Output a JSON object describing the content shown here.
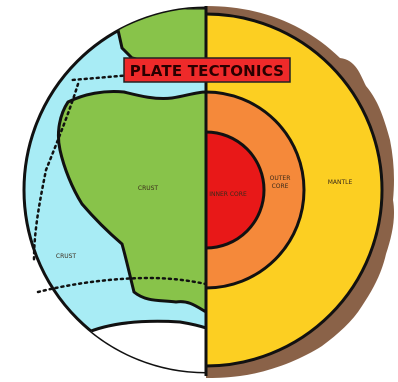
{
  "title": "PLATE TECTONICS",
  "labels": {
    "crust_continent": "CRUST",
    "crust_ocean": "CRUST",
    "inner_core": "INNER CORE",
    "outer_core_line1": "OUTER",
    "outer_core_line2": "CORE",
    "mantle": "MANTLE"
  },
  "colors": {
    "ocean": "#a8ecf5",
    "land": "#88c34a",
    "mantle": "#fccf22",
    "outer_core": "#f5893a",
    "inner_core": "#e81818",
    "crust_edge": "#8a6248",
    "title_bg": "#ef2a2a",
    "outline": "#111111"
  }
}
